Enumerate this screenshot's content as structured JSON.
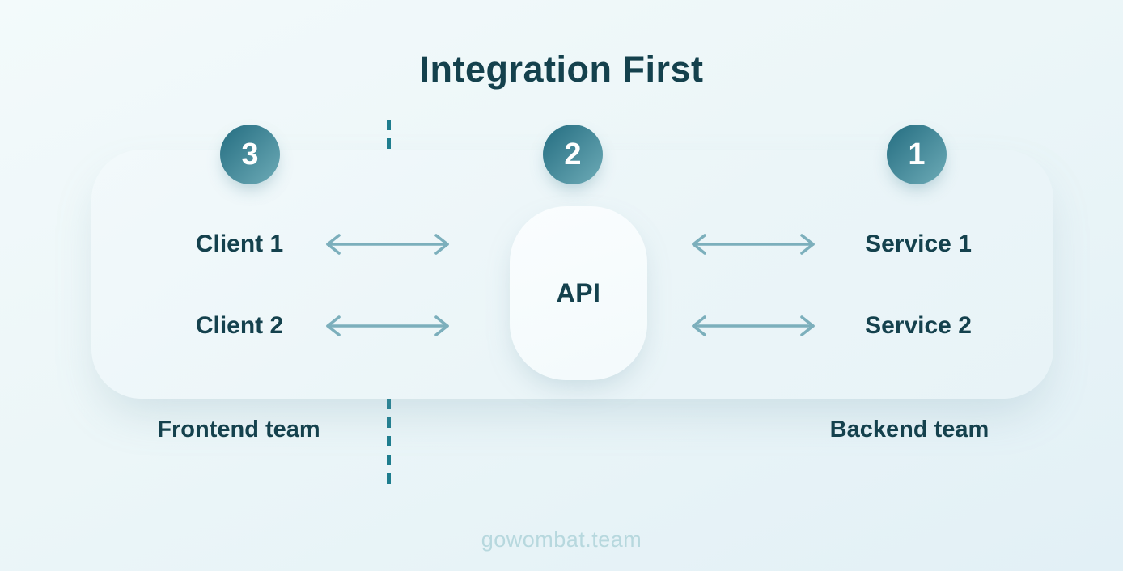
{
  "title": "Integration First",
  "steps": [
    {
      "number": "1"
    },
    {
      "number": "2"
    },
    {
      "number": "3"
    }
  ],
  "diagram": {
    "clients": [
      "Client 1",
      "Client 2"
    ],
    "api_label": "API",
    "services": [
      "Service 1",
      "Service 2"
    ],
    "frontend_team_label": "Frontend team",
    "backend_team_label": "Backend team"
  },
  "watermark": "gowombat.team",
  "colors": {
    "background_top": "#f3fafb",
    "background_bottom": "#e2f0f6",
    "panel": "#ecf5f8",
    "dark_teal_text": "#14414d",
    "step_circle_gradient_start": "#2b7386",
    "step_circle_gradient_end": "#6aa8b4",
    "divider_dash": "#1e7d8e",
    "arrow": "#7cafbc",
    "api_box": "#f8fcfd",
    "watermark_text": "#b7d8de"
  }
}
